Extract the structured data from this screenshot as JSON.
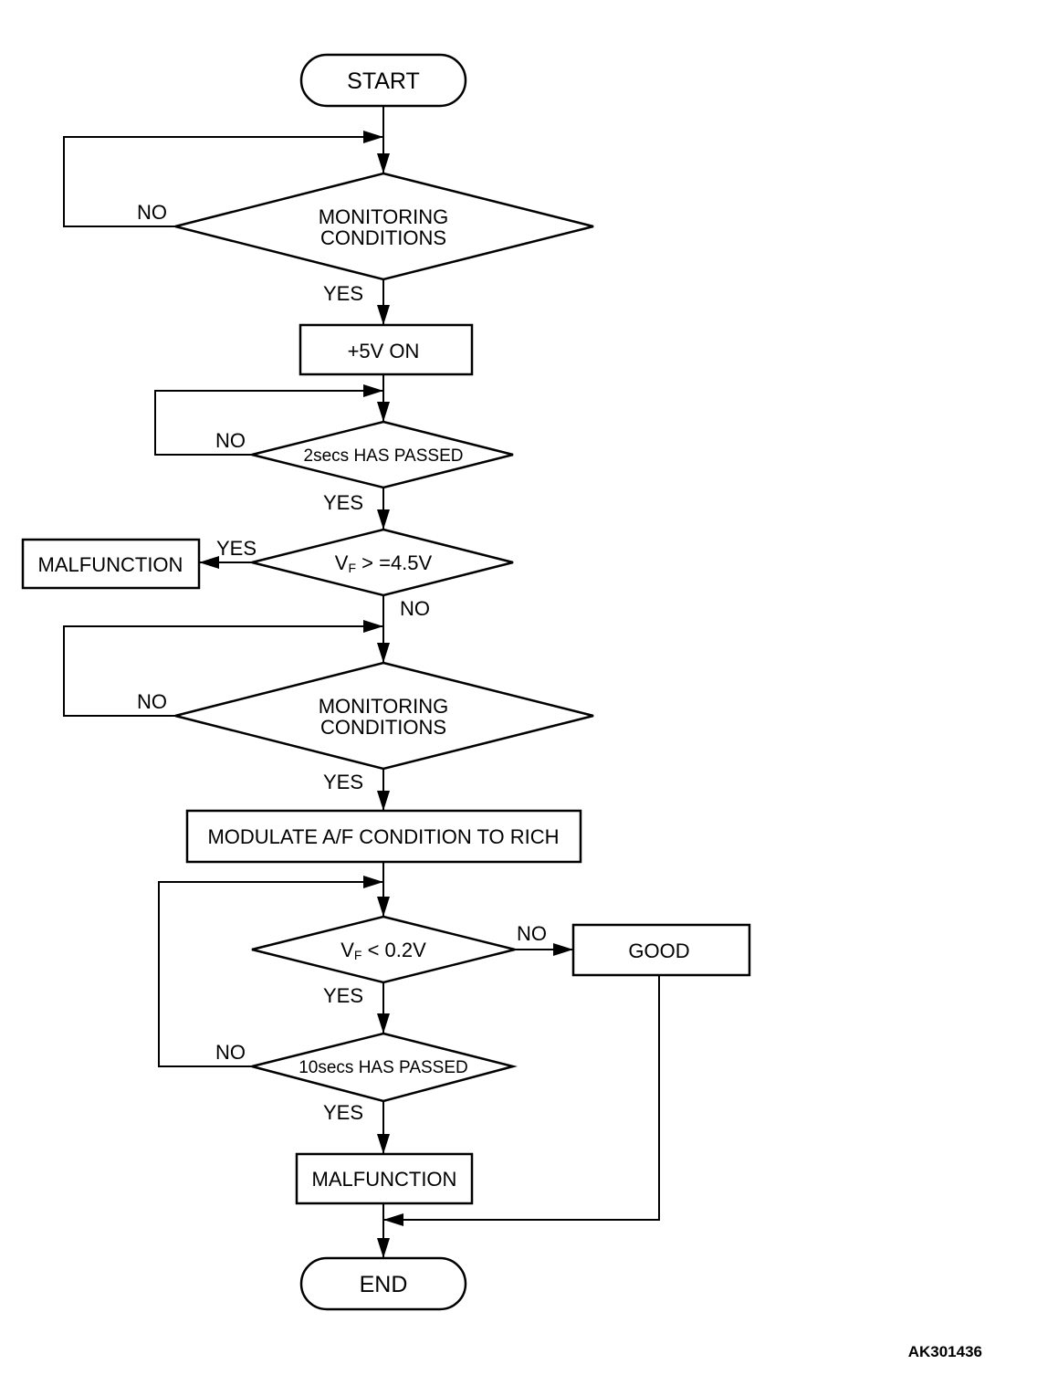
{
  "flowchart": {
    "start": "START",
    "end": "END",
    "monitoring_1": {
      "line1": "MONITORING",
      "line2": "CONDITIONS"
    },
    "plus5v_on": "+5V ON",
    "two_secs_passed": "2secs HAS PASSED",
    "vf_ge": {
      "prefix": "V",
      "sub": "F",
      "suffix": " > =4.5V"
    },
    "malfunction_1": "MALFUNCTION",
    "monitoring_2": {
      "line1": "MONITORING",
      "line2": "CONDITIONS"
    },
    "modulate": "MODULATE A/F CONDITION TO RICH",
    "vf_lt": {
      "prefix": "V",
      "sub": "F",
      "suffix": " < 0.2V"
    },
    "good": "GOOD",
    "ten_secs_passed": "10secs HAS PASSED",
    "malfunction_2": "MALFUNCTION"
  },
  "labels": {
    "no_1": "NO",
    "yes_1": "YES",
    "no_2": "NO",
    "yes_2": "YES",
    "yes_3": "YES",
    "no_3": "NO",
    "no_4": "NO",
    "yes_4": "YES",
    "no_5": "NO",
    "yes_5": "YES",
    "no_6": "NO",
    "yes_6": "YES"
  },
  "figure_id": "AK301436"
}
